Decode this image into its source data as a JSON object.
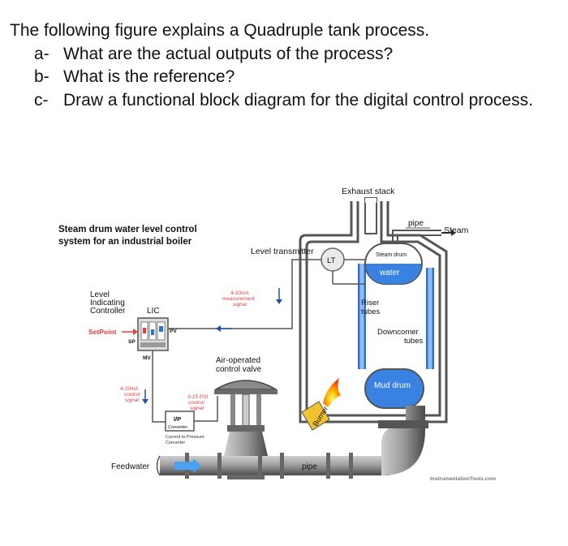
{
  "question": {
    "intro": "The following figure explains a Quadruple tank process.",
    "items": [
      {
        "label": "a-",
        "text": "What are the actual outputs of the process?"
      },
      {
        "label": "b-",
        "text": "What is the reference?"
      },
      {
        "label": "c-",
        "text": "Draw a functional block diagram for the digital control process."
      }
    ]
  },
  "figure": {
    "title_line1": "Steam drum water level control",
    "title_line2": "system for an industrial boiler",
    "exhaust_stack": "Exhaust stack",
    "pipe_top": "pipe",
    "steam": "Steam",
    "level_transmitter": "Level transmitter",
    "lt": "LT",
    "steam_drum": "Steam drum",
    "water": "water",
    "riser_line1": "Riser",
    "riser_line2": "tubes",
    "downcomer_line1": "Downcomer",
    "downcomer_line2": "tubes",
    "mud_drum": "Mud drum",
    "burner": "Burner",
    "controller_line1": "Level",
    "controller_line2": "Indicating",
    "controller_line3": "Controller",
    "lic": "LIC",
    "setpoint": "SetPoint",
    "sp": "SP",
    "pv": "PV",
    "mv": "MV",
    "meas_line1": "4-20mA",
    "meas_line2": "measurement",
    "meas_line3": "signal",
    "valve_line1": "Air-operated",
    "valve_line2": "control valve",
    "ctrl_line1": "4-20mA",
    "ctrl_line2": "control",
    "ctrl_line3": "signal",
    "psi_line1": "3-15 PSI",
    "psi_line2": "control",
    "psi_line3": "signal",
    "ip_line1": "I/P",
    "ip_line2": "Converter",
    "cp_line1": "Current to Pressure",
    "cp_line2": "Converter",
    "feedwater": "Feedwater",
    "pipe_bottom": "pipe",
    "credit": "InstrumentationTools.com"
  }
}
